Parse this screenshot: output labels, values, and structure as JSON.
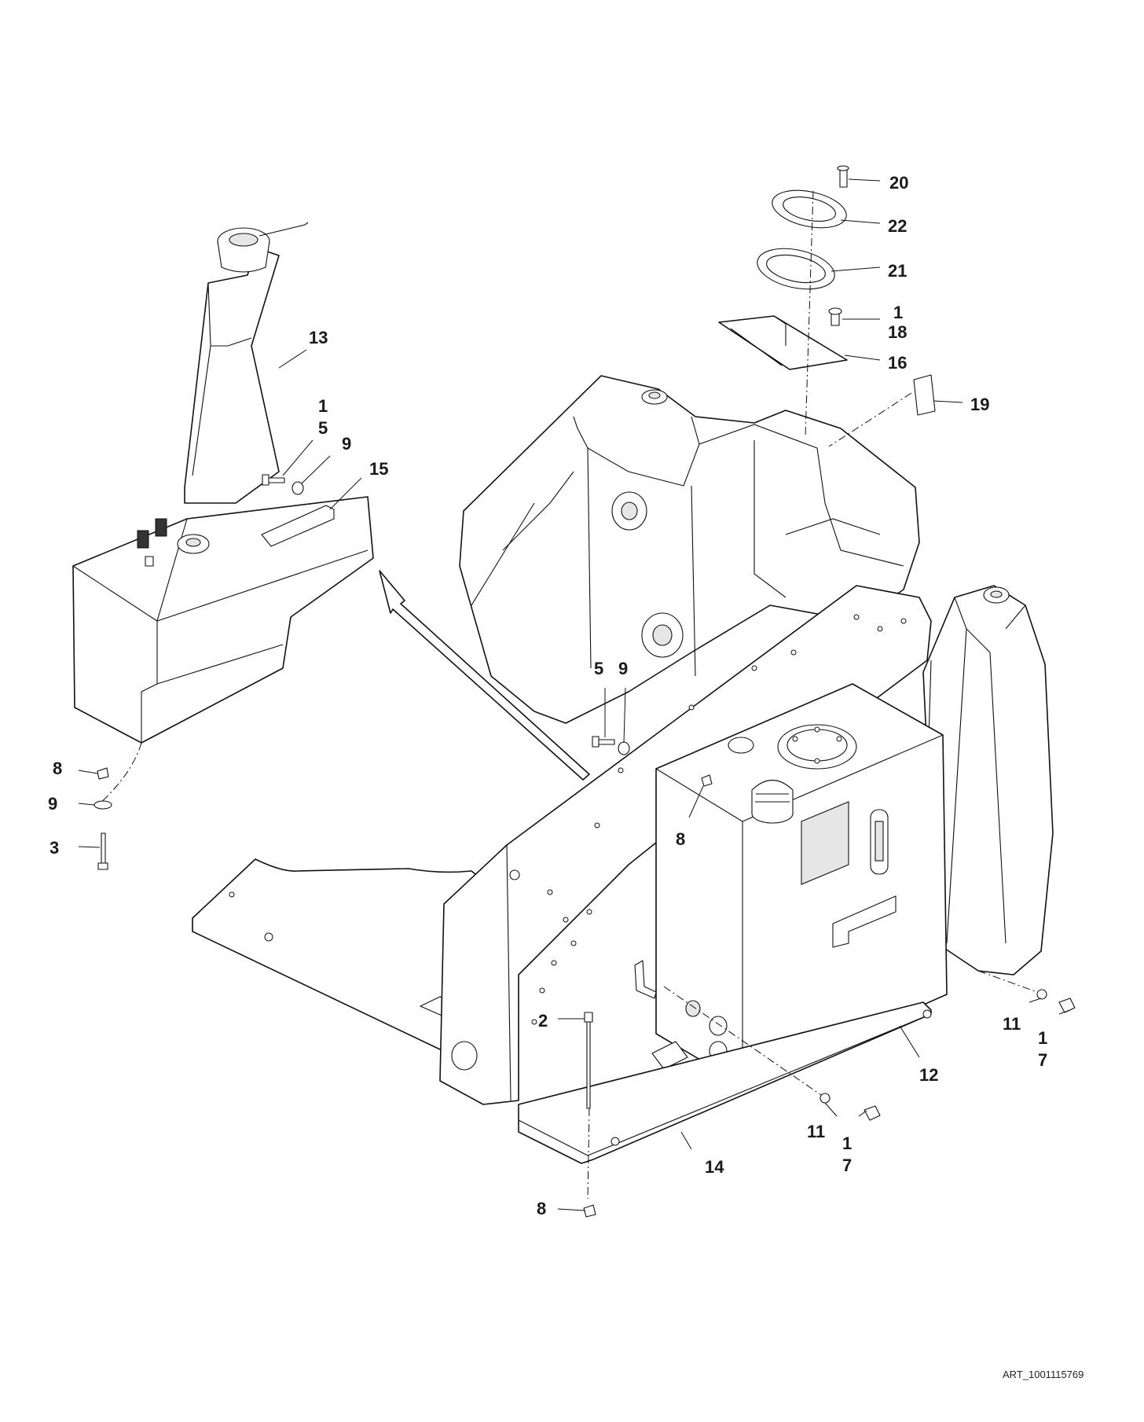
{
  "diagram": {
    "art_code": "ART_1001115769",
    "callouts": {
      "c20": "20",
      "c22": "22",
      "c21": "21",
      "c1_18_qty": "1",
      "c18": "18",
      "c16": "16",
      "c19": "19",
      "c13": "13",
      "c1_5_qty": "1",
      "c5_top": "5",
      "c9_top": "9",
      "c15": "15",
      "c5_mid": "5",
      "c9_mid": "9",
      "c8_left": "8",
      "c9_left": "9",
      "c3": "3",
      "c8_mid": "8",
      "c2": "2",
      "c11_right": "11",
      "c1_7_right_qty": "1",
      "c7_right": "7",
      "c12": "12",
      "c11_bottom": "11",
      "c1_7_bottom_qty": "1",
      "c7_bottom": "7",
      "c14": "14",
      "c8_bottom": "8"
    }
  }
}
